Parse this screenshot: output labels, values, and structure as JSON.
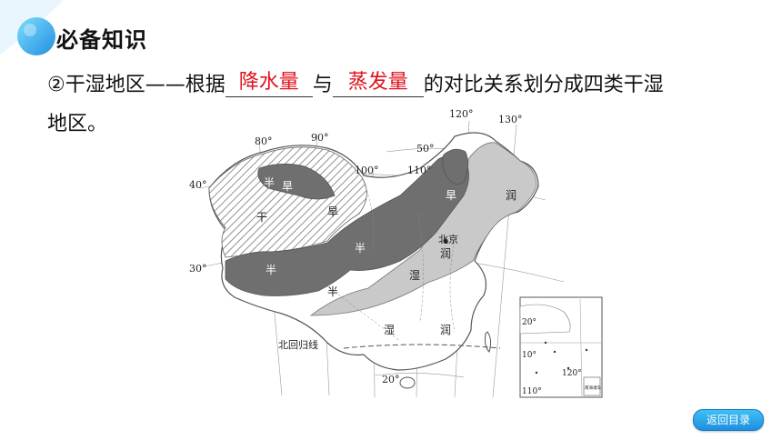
{
  "header": {
    "title": "必备知识"
  },
  "content": {
    "line1_part1": "②干湿地区——根据",
    "blank1_answer": "降水量",
    "line1_part2": "与",
    "blank2_answer": "蒸发量",
    "line1_part3": "的对比关系划分成四类干湿",
    "line2": "地区。"
  },
  "map": {
    "longitudes": [
      "80°",
      "90°",
      "100°",
      "110°",
      "120°",
      "130°"
    ],
    "latitudes": [
      "40°",
      "30°",
      "50°",
      "20°"
    ],
    "region_labels": {
      "gan": "干",
      "ban_gan_1": "半",
      "ban_gan_2": "旱",
      "han": "旱",
      "ban": "半",
      "ban2": "半",
      "run": "润",
      "shi": "湿",
      "shi2": "湿",
      "run2": "润",
      "run3": "润",
      "ban3": "半",
      "han2": "旱"
    },
    "city": "北京",
    "tropic": "北回归线",
    "inset": {
      "lat20": "20°",
      "lat10": "10°",
      "lon110": "110°",
      "lon120": "120°",
      "sea_label": "南海诸岛"
    }
  },
  "nav": {
    "back_label": "返回目录"
  },
  "colors": {
    "accent": "#1f8fe0",
    "answer": "#e0141e",
    "arid_dark": "#6f6f6f",
    "semi_wet": "#c9c9c9"
  }
}
